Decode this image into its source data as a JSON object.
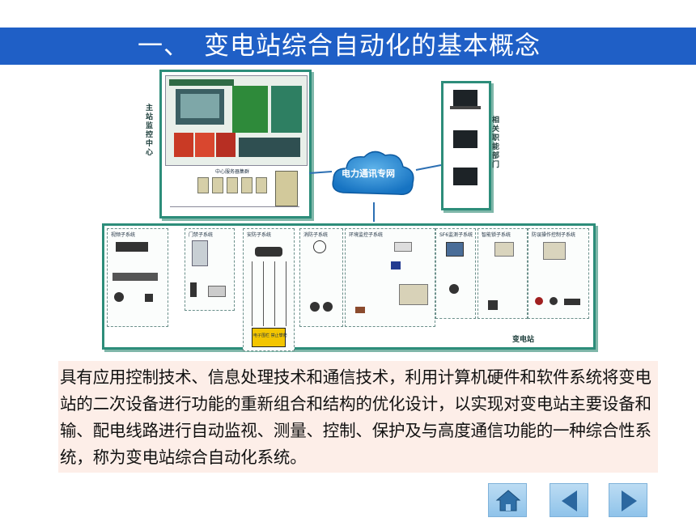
{
  "header": {
    "number": "一、",
    "title": "变电站综合自动化的基本概念"
  },
  "diagram": {
    "master_center_label": "主站监控中心",
    "server_label": "中心服务器集群",
    "cloud_label": "电力通讯专网",
    "related_dept_label": "相关职能部门",
    "station_label": "变电站",
    "subsystems": [
      "视频子系统",
      "门禁子系统",
      "安防子系统",
      "消防子系统",
      "环境监控子系统",
      "SF6监测子系统",
      "智能锁子系统",
      "防误操作控制子系统"
    ],
    "warning_sign": "电子围栏 禁止攀爬"
  },
  "description": "具有应用控制技术、信息处理技术和通信技术，利用计算机硬件和软件系统将变电站的二次设备进行功能的重新组合和结构的优化设计，以实现对变电站主要设备和输、配电线路进行自动监视、测量、控制、保护及与高度通信功能的一种综合性系统，称为变电站综合自动化系统。",
  "nav": {
    "home": "home-icon",
    "prev": "triangle-left-icon",
    "next": "triangle-right-icon"
  }
}
